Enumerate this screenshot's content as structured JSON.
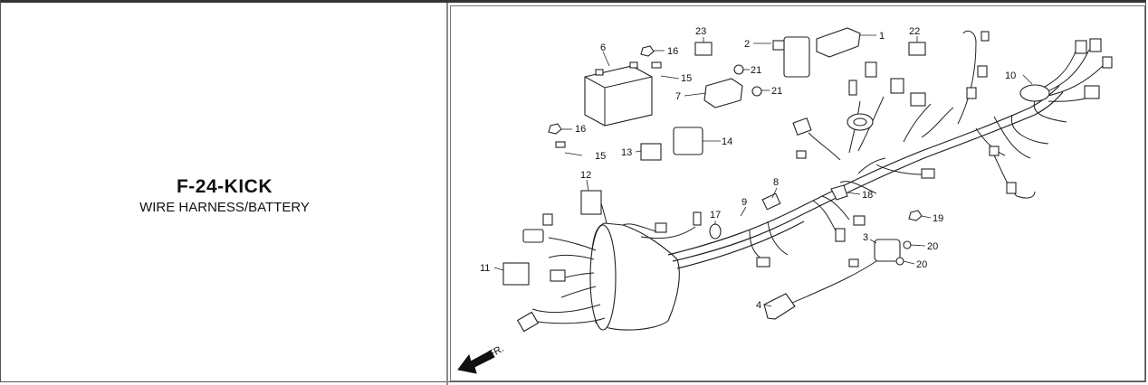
{
  "header": {
    "code": "F-24-KICK",
    "title": "WIRE HARNESS/BATTERY"
  },
  "diagram": {
    "direction_label": "FR.",
    "callouts": [
      "1",
      "2",
      "3",
      "4",
      "6",
      "7",
      "8",
      "9",
      "10",
      "11",
      "12",
      "13",
      "14",
      "15",
      "15",
      "16",
      "16",
      "17",
      "18",
      "19",
      "20",
      "20",
      "21",
      "21",
      "22",
      "23"
    ]
  }
}
